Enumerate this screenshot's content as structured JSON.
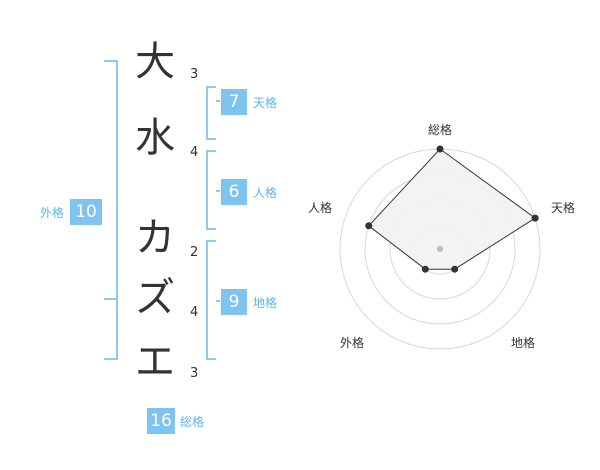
{
  "name": {
    "characters": [
      {
        "char": "大",
        "strokes": "3"
      },
      {
        "char": "水",
        "strokes": "4"
      },
      {
        "char": "カ",
        "strokes": "2"
      },
      {
        "char": "ズ",
        "strokes": "4"
      },
      {
        "char": "エ",
        "strokes": "3"
      }
    ]
  },
  "fortune": {
    "tenkaku": {
      "label": "天格",
      "value": "7"
    },
    "jinkaku": {
      "label": "人格",
      "value": "6"
    },
    "chikaku": {
      "label": "地格",
      "value": "9"
    },
    "gaikaku": {
      "label": "外格",
      "value": "10"
    },
    "soukaku": {
      "label": "総格",
      "value": "16"
    }
  },
  "chart_data": {
    "type": "radar",
    "axes": [
      "総格",
      "天格",
      "地格",
      "外格",
      "人格"
    ],
    "values": [
      4,
      4,
      1,
      1,
      3
    ],
    "max": 4,
    "rings": 4,
    "colors": {
      "fill": "#f2f2f2",
      "line": "#333333",
      "point": "#333333",
      "grid": "#d8d8d8",
      "center": "#bbbbbb"
    }
  },
  "colors": {
    "accent": "#7fc4f0",
    "accent_text": "#5db4ea"
  }
}
